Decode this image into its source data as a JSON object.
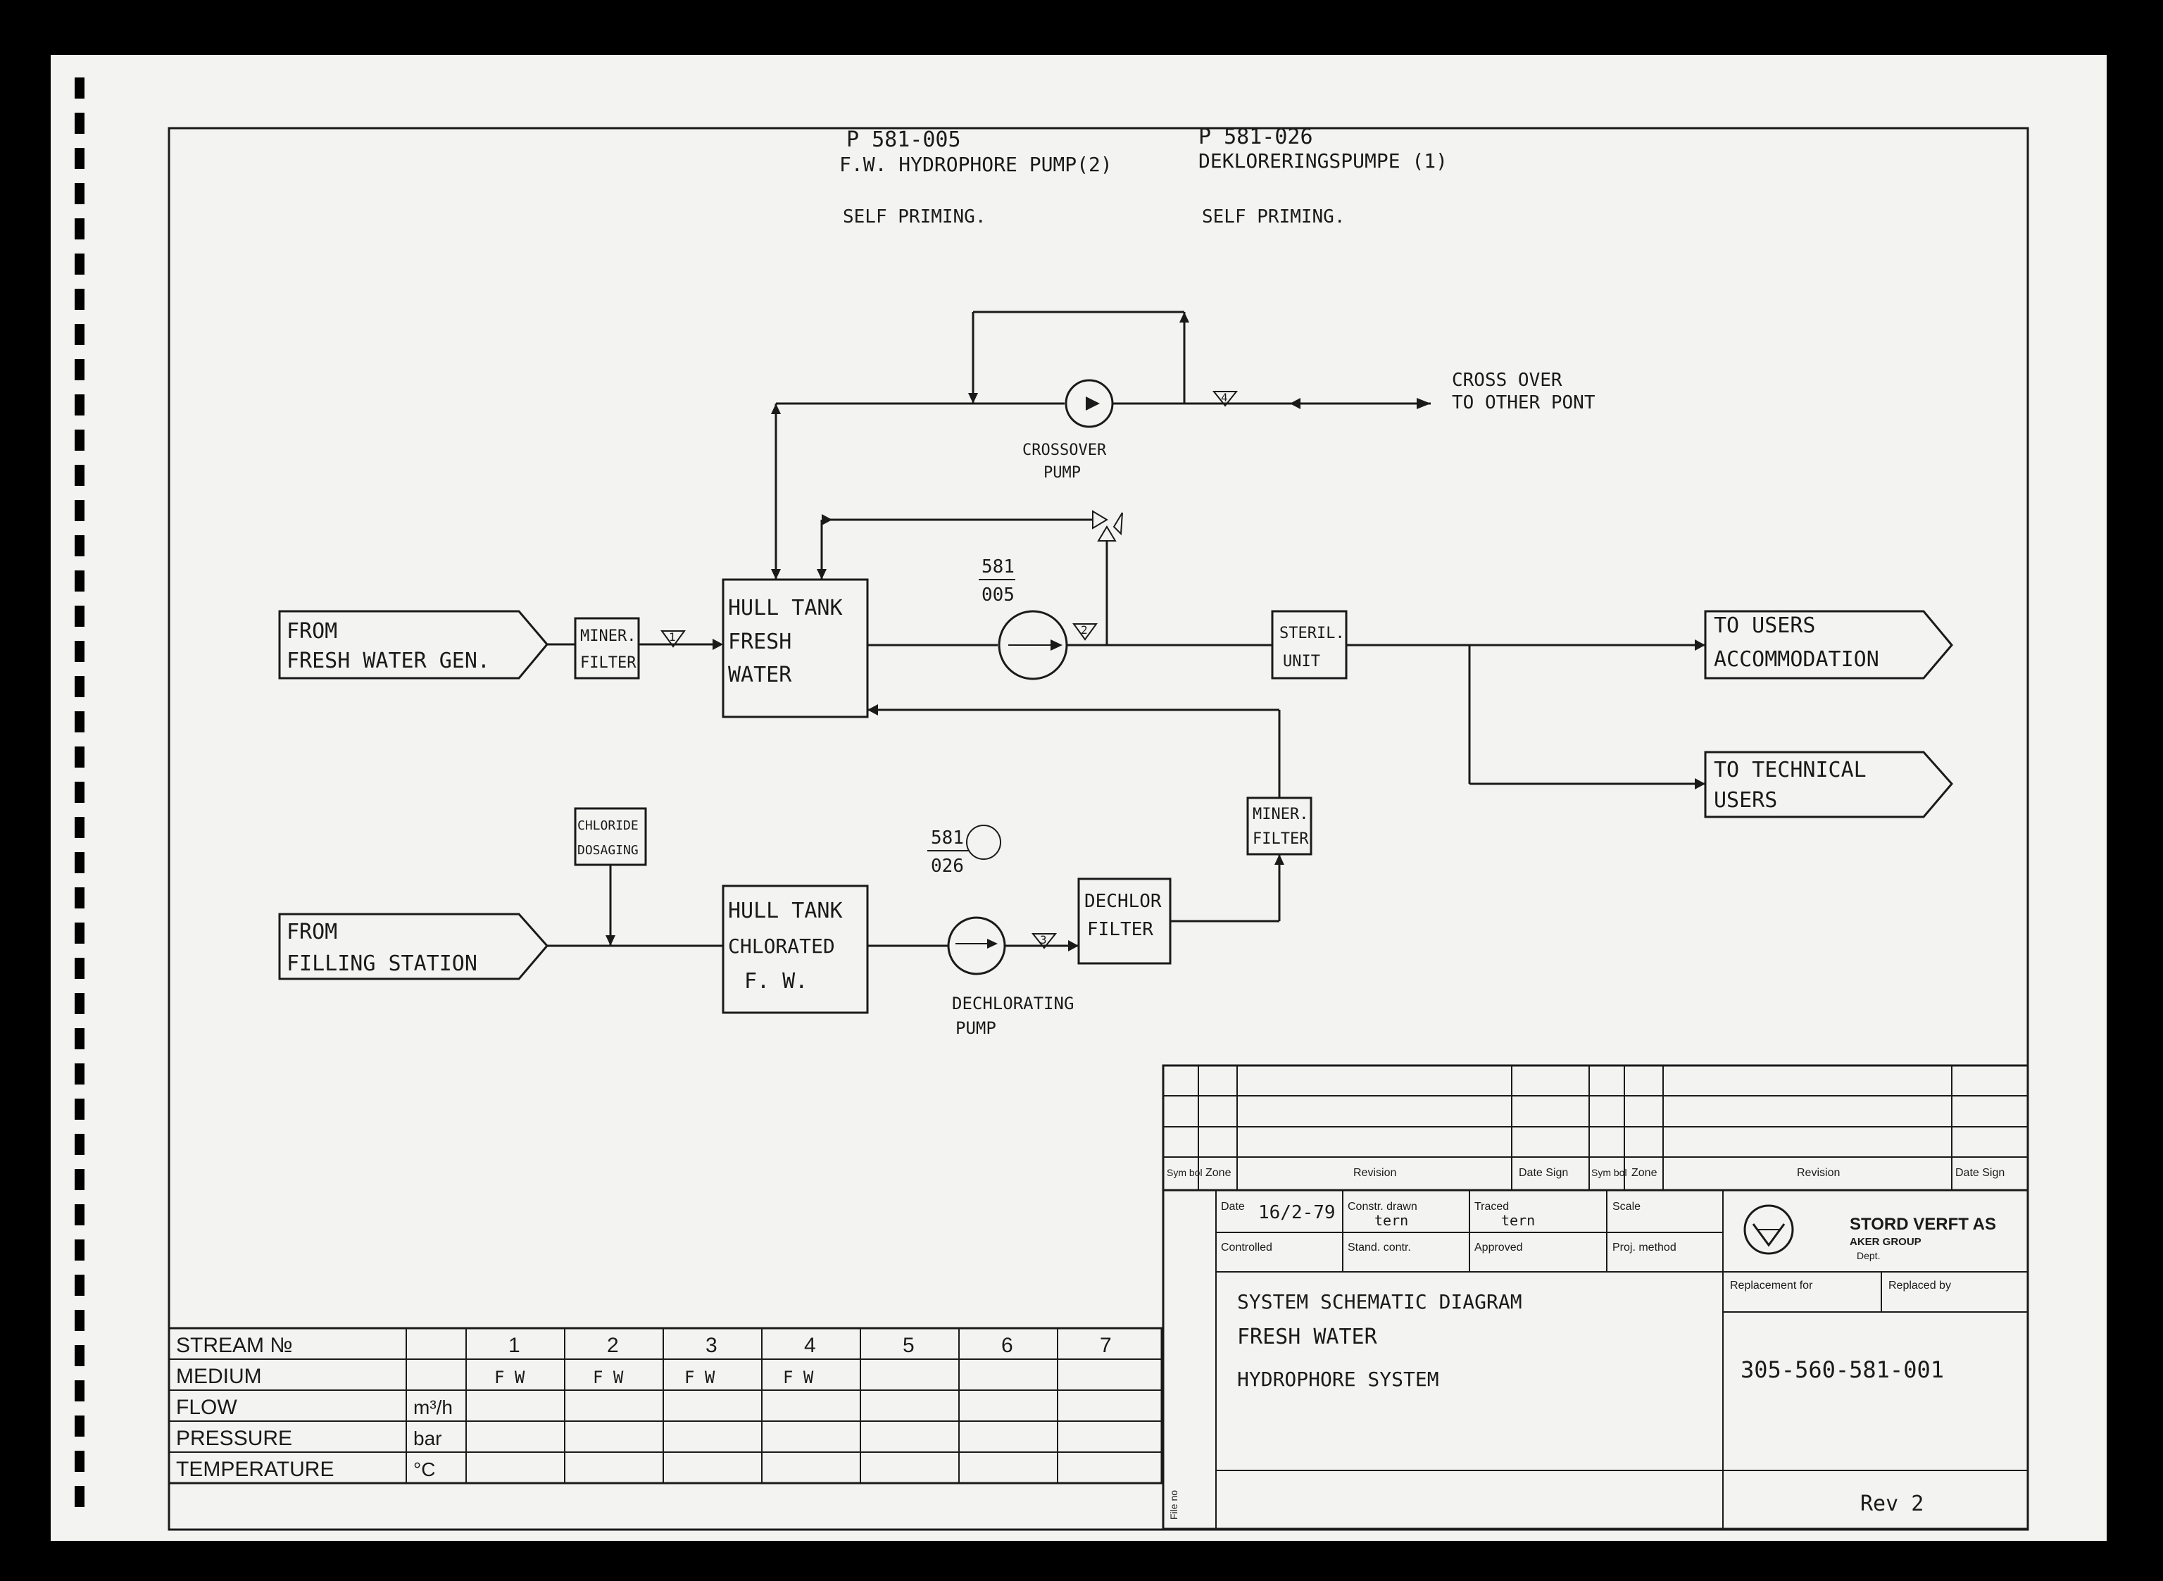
{
  "header": {
    "pump1_tag": "P 581-005",
    "pump1_name": "F.W. HYDROPHORE PUMP(2)",
    "pump1_note": "SELF PRIMING.",
    "pump2_tag": "P 581-026",
    "pump2_name": "DEKLORERINGSPUMPE (1)",
    "pump2_note": "SELF PRIMING."
  },
  "inputs": {
    "fresh_water_gen": [
      "FROM",
      "FRESH WATER GEN."
    ],
    "filling_station": [
      "FROM",
      "FILLING STATION"
    ]
  },
  "outputs": {
    "accommodation": [
      "TO USERS",
      "ACCOMMODATION"
    ],
    "technical": [
      "TO TECHNICAL",
      "USERS"
    ],
    "crossover": [
      "CROSS OVER",
      "TO OTHER PONT"
    ]
  },
  "units": {
    "miner_filter_1": [
      "MINER.",
      "FILTER"
    ],
    "hull_tank_fresh": [
      "HULL TANK",
      "FRESH",
      "WATER"
    ],
    "steril_unit": [
      "STERIL.",
      "UNIT"
    ],
    "chloride_dosaging": [
      "CHLORIDE",
      "DOSAGING"
    ],
    "hull_tank_chlorated": [
      "HULL TANK",
      "CHLORATED",
      "F. W."
    ],
    "dechlor_filter": [
      "DECHLOR",
      "FILTER"
    ],
    "miner_filter_2": [
      "MINER.",
      "FILTER"
    ],
    "crossover_pump": [
      "CROSSOVER",
      "PUMP"
    ],
    "dechlorating_pump": [
      "DECHLORATING",
      "PUMP"
    ],
    "tag_581_005": [
      "581",
      "005"
    ],
    "tag_581_026": [
      "581",
      "026"
    ]
  },
  "streams": [
    "1",
    "2",
    "3",
    "4"
  ],
  "stream_table": {
    "row_labels": [
      "STREAM №",
      "MEDIUM",
      "FLOW",
      "PRESSURE",
      "TEMPERATURE"
    ],
    "units": [
      "",
      "",
      "m³/h",
      "bar",
      "°C"
    ],
    "stream_numbers": [
      "1",
      "2",
      "3",
      "4",
      "5",
      "6",
      "7"
    ],
    "medium": [
      "F W",
      "F W",
      "F W",
      "F W",
      "",
      "",
      ""
    ]
  },
  "title_block": {
    "rev_headers_left": [
      "Sym bol",
      "Zone",
      "Revision",
      "Date Sign"
    ],
    "rev_headers_right": [
      "Sym bol",
      "Zone",
      "Revision",
      "Date Sign"
    ],
    "date_label": "Date",
    "date_value": "16/2-79",
    "constr_label": "Constr. drawn",
    "constr_value": "tern",
    "traced_label": "Traced",
    "traced_value": "tern",
    "scale_label": "Scale",
    "controlled_label": "Controlled",
    "stand_label": "Stand. contr.",
    "approved_label": "Approved",
    "proj_label": "Proj. method",
    "company": "STORD VERFT AS",
    "group": "AKER GROUP",
    "division": "Dept.",
    "replacement_for": "Replacement for",
    "replaced_by": "Replaced by",
    "title_lines": [
      "SYSTEM SCHEMATIC DIAGRAM",
      "FRESH WATER",
      "HYDROPHORE SYSTEM"
    ],
    "drawing_number": "305-560-581-001",
    "revision": "Rev 2",
    "file_no_label": "File no"
  }
}
